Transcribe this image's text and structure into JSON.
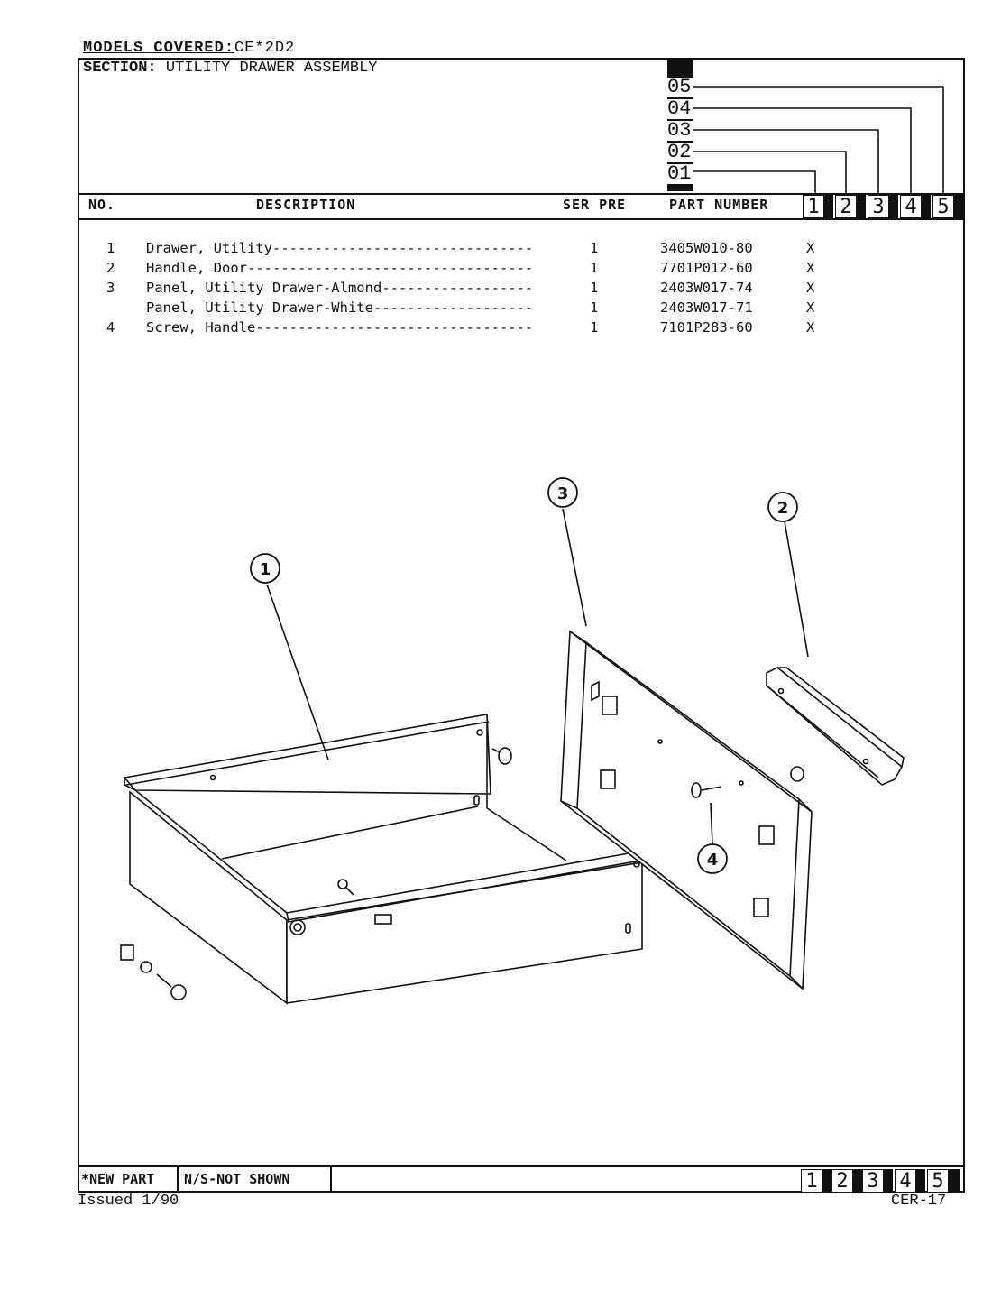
{
  "header": {
    "models_label": "MODELS COVERED:",
    "models_value": "CE*2D2",
    "section_label": "SECTION:",
    "section_value": "UTILITY DRAWER ASSEMBLY"
  },
  "serial_tabs": [
    "05",
    "04",
    "03",
    "02",
    "01"
  ],
  "columns": {
    "no": "NO.",
    "description": "DESCRIPTION",
    "ser_pre": "SER PRE",
    "part_number": "PART NUMBER",
    "model_columns": [
      "1",
      "2",
      "3",
      "4",
      "5"
    ]
  },
  "parts": [
    {
      "no": "1",
      "description": "Drawer, Utility-------------------------------",
      "qty": "1",
      "part_number": "3405W010-80",
      "mark": "X"
    },
    {
      "no": "2",
      "description": "Handle, Door----------------------------------",
      "qty": "1",
      "part_number": "7701P012-60",
      "mark": "X"
    },
    {
      "no": "3",
      "description": "Panel, Utility Drawer-Almond------------------",
      "qty": "1",
      "part_number": "2403W017-74",
      "mark": "X"
    },
    {
      "no": "",
      "description": "Panel, Utility Drawer-White-------------------",
      "qty": "1",
      "part_number": "2403W017-71",
      "mark": "X"
    },
    {
      "no": "4",
      "description": "Screw, Handle---------------------------------",
      "qty": "1",
      "part_number": "7101P283-60",
      "mark": "X"
    }
  ],
  "callouts": [
    "1",
    "2",
    "3",
    "4"
  ],
  "footer": {
    "new_part": "*NEW PART",
    "not_shown": "N/S-NOT SHOWN",
    "model_columns": [
      "1",
      "2",
      "3",
      "4",
      "5"
    ],
    "issued": "Issued 1/90",
    "doc_id": "CER-17"
  }
}
